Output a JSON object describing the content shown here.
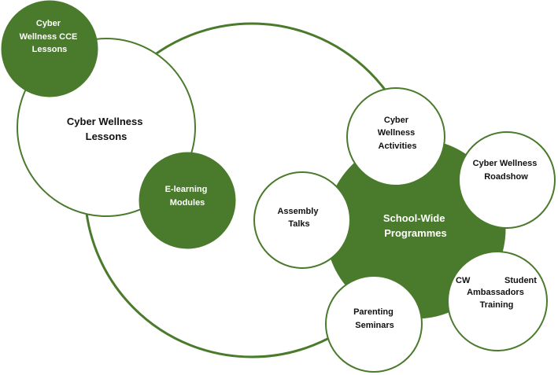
{
  "colors": {
    "green": "#4a7a2c",
    "ring_stroke": "#4a7a2c",
    "white": "#ffffff",
    "text_dark": "#111111",
    "text_light": "#ffffff"
  },
  "nodes": {
    "cce": [
      "Cyber",
      "Wellness CCE",
      "Lessons"
    ],
    "lessons": [
      "Cyber Wellness",
      "Lessons"
    ],
    "elearning": [
      "E-learning",
      "Modules"
    ],
    "swp": [
      "School-Wide",
      "Programmes"
    ],
    "activities": [
      "Cyber",
      "Wellness",
      "Activities"
    ],
    "roadshow": [
      "Cyber Wellness",
      "Roadshow"
    ],
    "assembly": [
      "Assembly",
      "Talks"
    ],
    "ambassadors": {
      "line1_left": "CW",
      "line1_right": "Student",
      "line2": "Ambassadors",
      "line3": "Training"
    },
    "parenting": [
      "Parenting",
      "Seminars"
    ]
  }
}
